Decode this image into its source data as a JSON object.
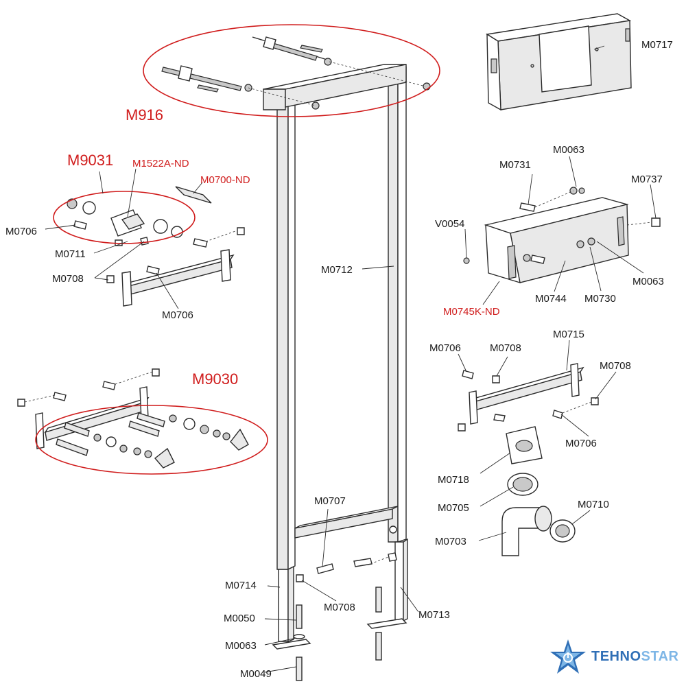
{
  "colors": {
    "group_label": "#d01c1c",
    "part_label": "#1a1a1a",
    "brand_dark": "#2f6fb6",
    "brand_light": "#7eb6e6"
  },
  "groups": {
    "m916": "M916",
    "m9031": "M9031",
    "m9030": "M9030"
  },
  "labels": {
    "m0717": "M0717",
    "m1522a_nd": "M1522A-ND",
    "m0700_nd": "M0700-ND",
    "m0706_a": "M0706",
    "m0711": "M0711",
    "m0708_a": "M0708",
    "m0706_b": "M0706",
    "m0731": "M0731",
    "m0063_a": "M0063",
    "m0737": "M0737",
    "v0054": "V0054",
    "m0712": "M0712",
    "m0744": "M0744",
    "m0730": "M0730",
    "m0063_b": "M0063",
    "m0745k_nd": "M0745K-ND",
    "m0706_c": "M0706",
    "m0708_b": "M0708",
    "m0715": "M0715",
    "m0708_c": "M0708",
    "m0706_d": "M0706",
    "m0718": "M0718",
    "m0705": "M0705",
    "m0710": "M0710",
    "m0703": "M0703",
    "m0707": "M0707",
    "m0714": "M0714",
    "m0708_d": "M0708",
    "m0713": "M0713",
    "m0050": "M0050",
    "m0063_c": "M0063",
    "m0049": "M0049"
  },
  "brand": {
    "part1": "TEHNO",
    "part2": "STAR",
    "icon": "star-power-icon"
  }
}
